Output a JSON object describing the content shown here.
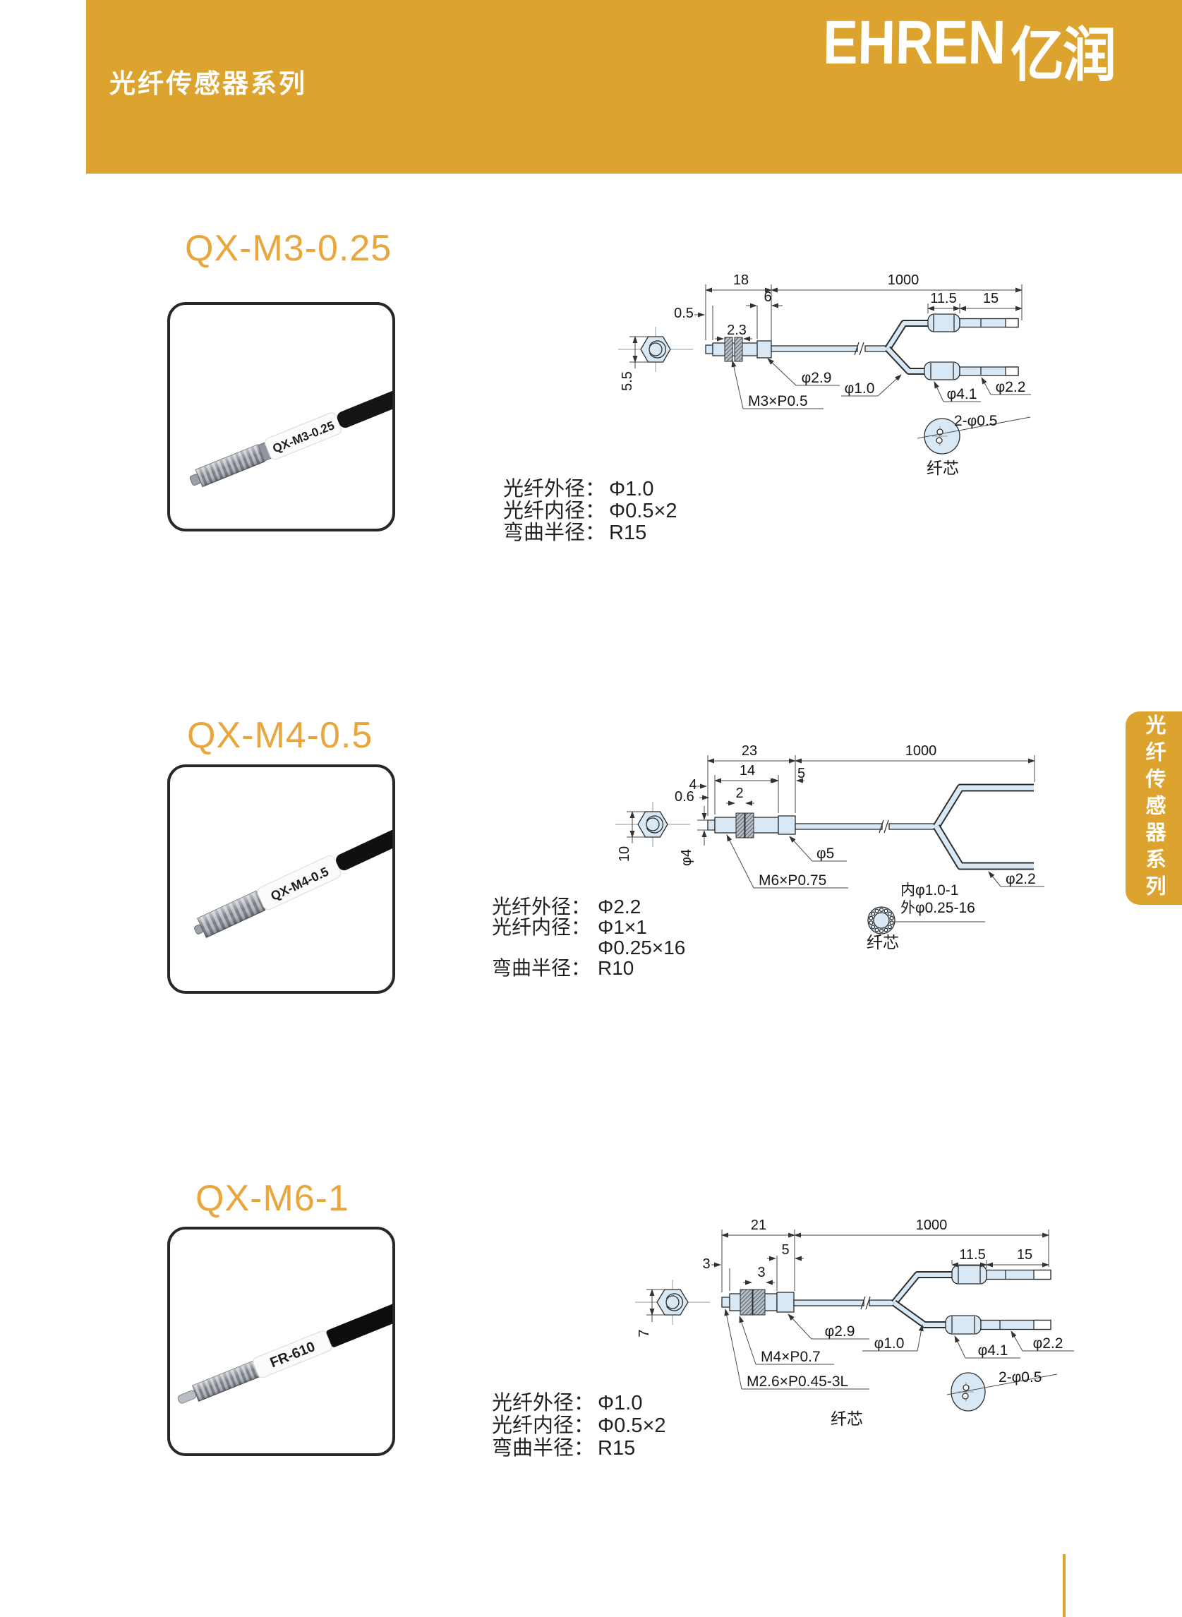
{
  "colors": {
    "accent": "#DDA32F",
    "title": "#E8A63C",
    "drawing_fill": "#D9E8F5"
  },
  "header": {
    "series_title": "光纤传感器系列",
    "brand_en": "EHREN",
    "brand_cn": "亿润"
  },
  "side_tab": {
    "vertical_text": "光纤传感器系列"
  },
  "sections": [
    {
      "model": "QX-M3-0.25",
      "photo_label": "QX-M3-0.25",
      "specs": [
        {
          "label": "光纤外径：",
          "value": "Φ1.0"
        },
        {
          "label": "光纤内径：",
          "value": "Φ0.5×2"
        },
        {
          "label": "弯曲半径：",
          "value": "R15"
        }
      ],
      "drawing": {
        "len_head": "18",
        "len_cable": "1000",
        "len_block": "6",
        "len_tip": "0.5",
        "len_nut": "2.3",
        "hex_af": "5.5",
        "len_conn": "11.5",
        "len_end": "15",
        "dia_block": "φ2.9",
        "dia_fiber": "φ1.0",
        "dia_conn": "φ4.1",
        "dia_end": "φ2.2",
        "thread": "M3×P0.5",
        "core": "2-φ0.5",
        "core_cap": "纤芯"
      }
    },
    {
      "model": "QX-M4-0.5",
      "photo_label": "QX-M4-0.5",
      "specs": [
        {
          "label": "光纤外径：",
          "value": "Φ2.2"
        },
        {
          "label": "光纤内径：",
          "value": "Φ1×1"
        },
        {
          "label": "",
          "value": "Φ0.25×16"
        },
        {
          "label": "弯曲半径：",
          "value": "R10"
        }
      ],
      "drawing": {
        "len_head": "23",
        "len_cable": "1000",
        "len_barrel": "14",
        "len_block": "5",
        "len_tip": "4",
        "len_step": "0.6",
        "len_nut": "2",
        "hex_af": "10",
        "dia_body": "φ4",
        "dia_block": "φ5",
        "thread": "M6×P0.75",
        "dia_end": "φ2.2",
        "core_inner": "内φ1.0-1",
        "core_outer": "外φ0.25-16",
        "core_cap": "纤芯"
      }
    },
    {
      "model": "QX-M6-1",
      "photo_label": "FR-610",
      "specs": [
        {
          "label": "光纤外径：",
          "value": "Φ1.0"
        },
        {
          "label": "光纤内径：",
          "value": "Φ0.5×2"
        },
        {
          "label": "弯曲半径：",
          "value": "R15"
        }
      ],
      "drawing": {
        "len_head": "21",
        "len_cable": "1000",
        "len_block": "5",
        "len_tip": "3",
        "len_nut": "3",
        "hex_af": "7",
        "len_conn": "11.5",
        "len_end": "15",
        "dia_block": "φ2.9",
        "dia_fiber": "φ1.0",
        "dia_conn": "φ4.1",
        "dia_end": "φ2.2",
        "thread": "M4×P0.7",
        "thread2": "M2.6×P0.45-3L",
        "core": "2-φ0.5",
        "core_cap": "纤芯"
      }
    }
  ]
}
